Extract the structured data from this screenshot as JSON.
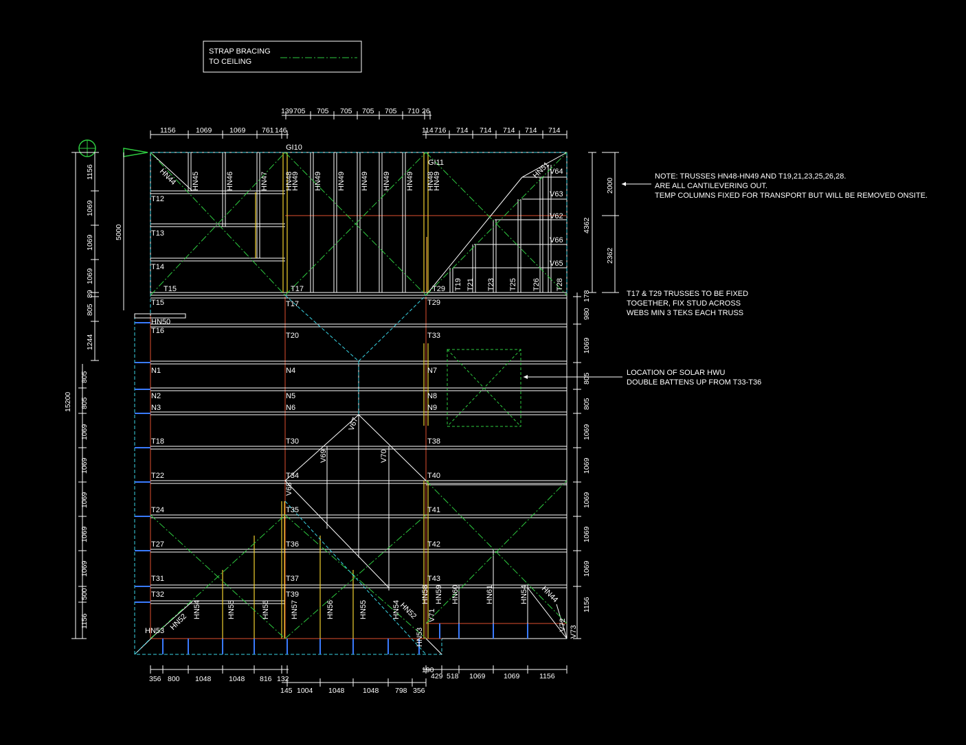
{
  "legend": {
    "line1": "STRAP BRACING",
    "line2": "TO CEILING"
  },
  "notes": {
    "cantilever": [
      "NOTE: TRUSSES HN48-HN49 AND T19,21,23,25,26,28.",
      "ARE ALL CANTILEVERING OUT.",
      "TEMP COLUMNS FIXED FOR TRANSPORT BUT WILL BE REMOVED ONSITE."
    ],
    "t17": [
      "T17 & T29 TRUSSES TO BE FIXED",
      "TOGETHER, FIX STUD ACROSS",
      "WEBS MIN 3 TEKS EACH TRUSS"
    ],
    "solar": [
      "LOCATION OF SOLAR HWU",
      "DOUBLE BATTENS UP FROM T33-T36"
    ]
  },
  "dims": {
    "top_middle": [
      "139",
      "705",
      "705",
      "705",
      "705",
      "705",
      "710",
      "26"
    ],
    "top_left": [
      "1156",
      "1069",
      "1069",
      "761",
      "146"
    ],
    "top_right": [
      "114",
      "716",
      "714",
      "714",
      "714",
      "714",
      "714"
    ],
    "bottom_left": [
      "356",
      "800",
      "1048",
      "1048",
      "816",
      "132"
    ],
    "bottom_right_top": "190",
    "bottom_right": [
      "429",
      "518",
      "1069",
      "1069",
      "1156"
    ],
    "bottom_middle": [
      "145",
      "1004",
      "1048",
      "1048",
      "798",
      "356"
    ],
    "left": [
      "1156",
      "1069",
      "1069",
      "1069",
      "89",
      "805",
      "1244",
      "805",
      "805",
      "1069",
      "1069",
      "1069",
      "1069",
      "1069",
      "500",
      "1156"
    ],
    "left_overall": "15200",
    "left_inner": "5000",
    "right": [
      "178",
      "980",
      "1069",
      "805",
      "805",
      "1069",
      "1069",
      "1069",
      "1069",
      "1069",
      "1156"
    ],
    "right_outer": [
      "2000",
      "2362"
    ],
    "right_total": "4362"
  },
  "labels": {
    "gi": [
      "GI10",
      "GI11"
    ],
    "left_trusses": [
      "T12",
      "T13",
      "T14",
      "T15",
      "T15",
      "HN50",
      "T16",
      "N1",
      "N2",
      "N3",
      "T18",
      "T22",
      "T24",
      "T27",
      "T31",
      "T32",
      "HN53"
    ],
    "mid_trusses": [
      "T17",
      "T17",
      "T20",
      "N4",
      "N5",
      "N6",
      "T30",
      "T34",
      "T35",
      "T36",
      "T37",
      "T39"
    ],
    "right_trusses": [
      "T29",
      "T29",
      "T33",
      "N7",
      "N8",
      "N9",
      "T38",
      "T40",
      "T41",
      "T42",
      "T43"
    ],
    "top_hn_left": [
      "HN44",
      "HN45",
      "HN46",
      "HN47",
      "HN48",
      "HN49"
    ],
    "top_hn_mid": [
      "HN49",
      "HN49",
      "HN49",
      "HN49",
      "HN49",
      "HN48",
      "HN49"
    ],
    "v_right": [
      "HN51",
      "V64",
      "V63",
      "V62",
      "V66",
      "V65"
    ],
    "t_cant": [
      "T19",
      "T21",
      "T23",
      "T25",
      "T26",
      "T28"
    ],
    "v_mid": [
      "V67",
      "V68",
      "V69",
      "V70"
    ],
    "bot_hn_left": [
      "HN52",
      "HN54",
      "HN55",
      "HN56",
      "HN57",
      "HN56",
      "HN55",
      "HN54",
      "HN52",
      "HN53"
    ],
    "bot_hn_right": [
      "HN58",
      "HN59",
      "HN60",
      "HN61",
      "HN54",
      "HN44",
      "V71",
      "V72",
      "V73"
    ]
  }
}
